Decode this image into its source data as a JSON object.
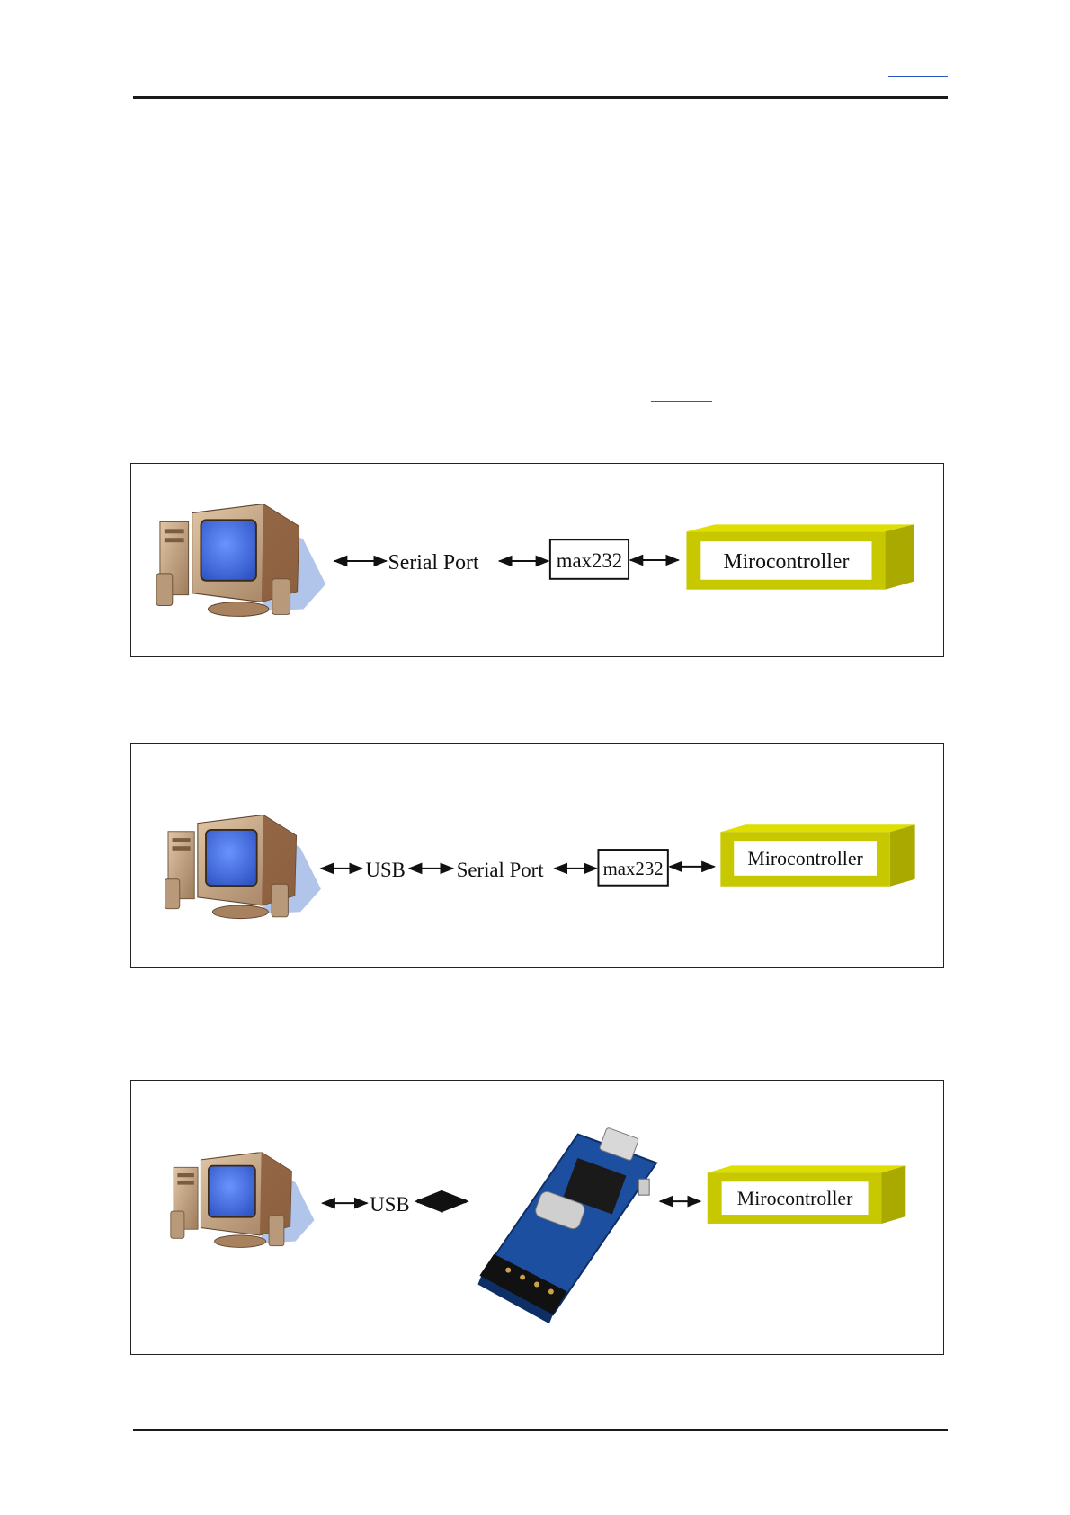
{
  "diagrams": [
    {
      "labels": {
        "serial": "Serial Port",
        "max": "max232",
        "mcu": "Mirocontroller"
      }
    },
    {
      "labels": {
        "usb": "USB",
        "serial": "Serial Port",
        "max": "max232",
        "mcu": "Mirocontroller"
      }
    },
    {
      "labels": {
        "usb": "USB",
        "mcu": "Mirocontroller"
      }
    }
  ],
  "colors": {
    "mcu_front": "#c8c800",
    "mcu_top": "#dede00",
    "mcu_side": "#a9a900",
    "screen": "#3f6fdc",
    "board": "#1c4fa0"
  }
}
